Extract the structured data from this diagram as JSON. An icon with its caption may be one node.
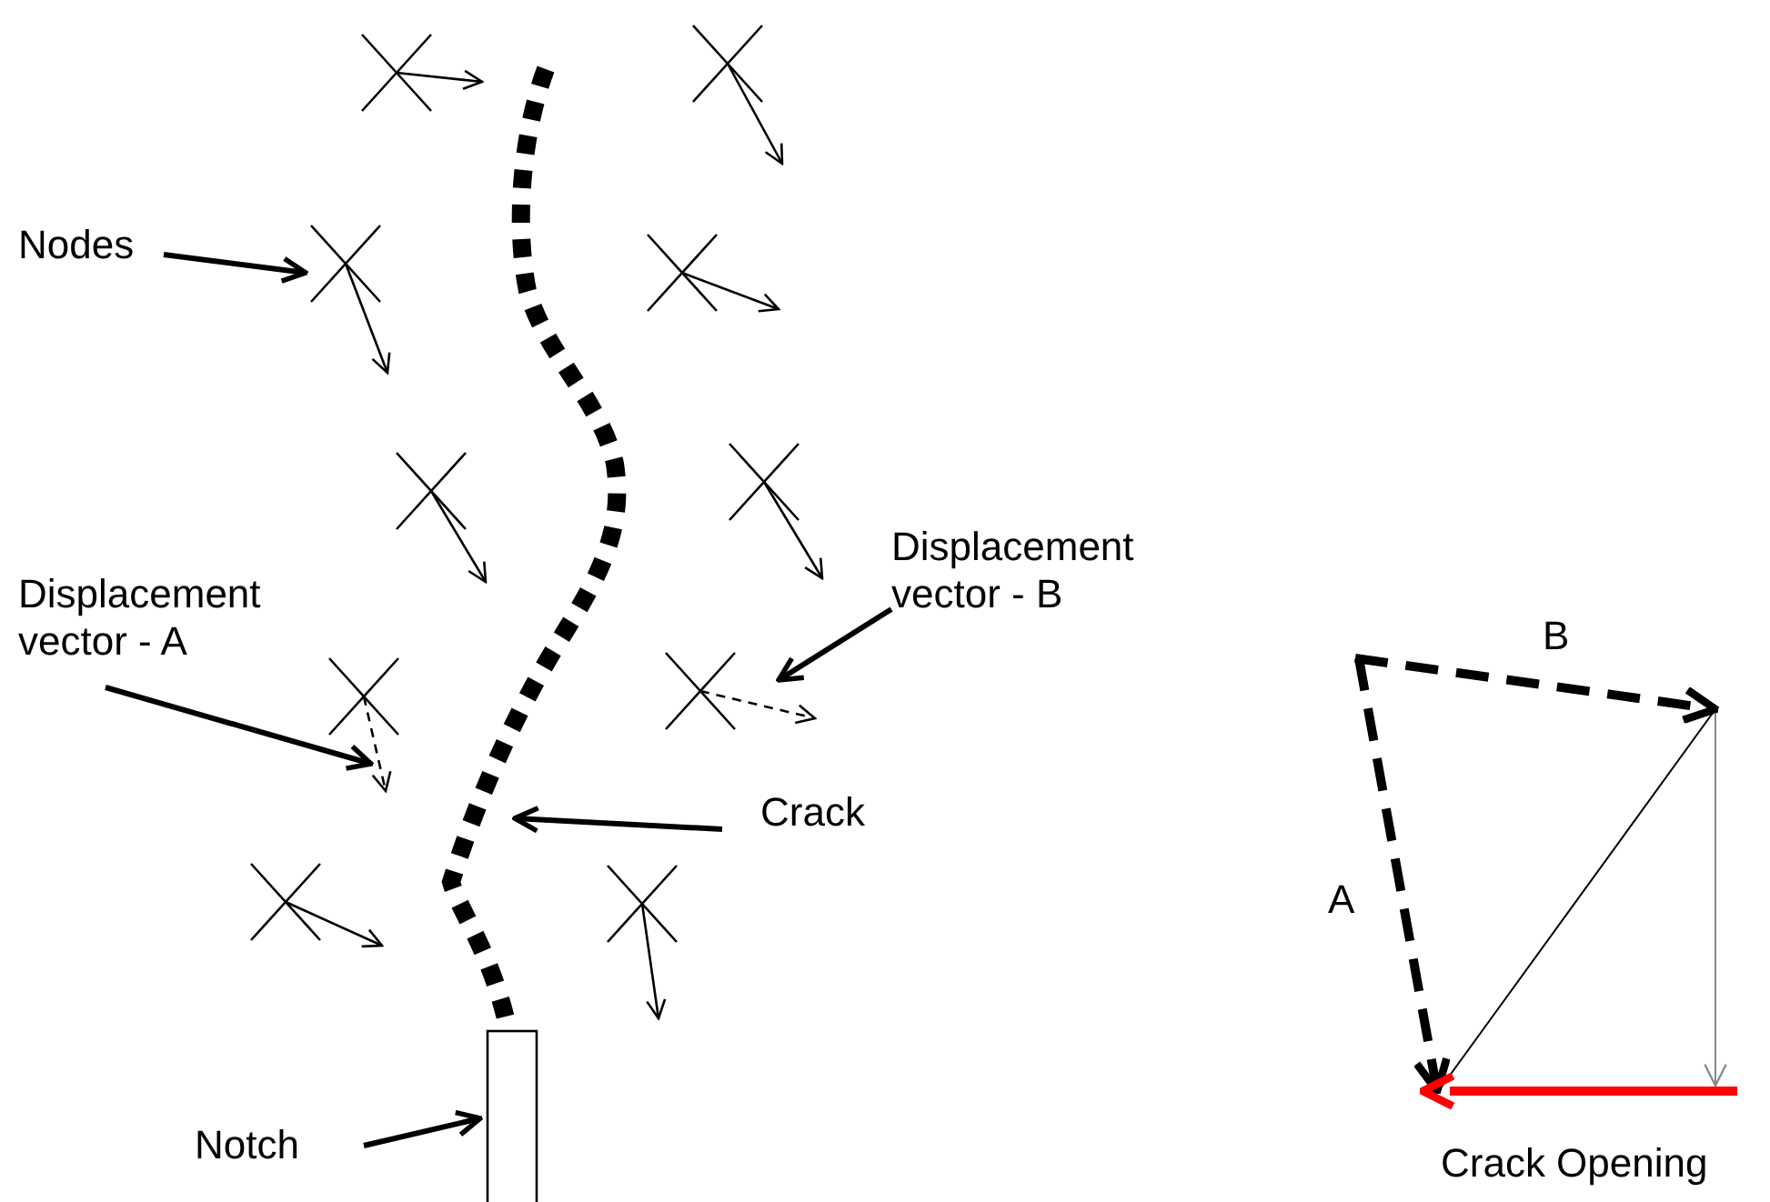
{
  "diagram": {
    "nodes": [
      {
        "text": [
          "Nodes"
        ]
      },
      {
        "text": [],
        "shape": "cross"
      },
      {
        "text": [
          "Displacement vector - A"
        ]
      },
      {
        "text": [],
        "shape": "arrow"
      },
      {
        "text": [
          "Displacement vector - B"
        ]
      },
      {
        "text": [],
        "shape": "arrow"
      },
      {
        "text": [
          "Crack"
        ]
      },
      {
        "text": [],
        "shape": "line"
      },
      {
        "text": [
          "Notch"
        ]
      },
      {
        "text": [],
        "shape": "box"
      }
    ],
    "edges": [
      {
        "from": 0,
        "to": 1,
        "arrow": "to"
      },
      {
        "from": 2,
        "to": 3,
        "arrow": "to"
      },
      {
        "from": 4,
        "to": 5,
        "arrow": "to"
      },
      {
        "from": 6,
        "to": 7,
        "arrow": "to"
      },
      {
        "from": 8,
        "to": 9,
        "arrow": "to"
      }
    ],
    "labels": [
      "B",
      "A",
      "Crack Opening"
    ]
  }
}
